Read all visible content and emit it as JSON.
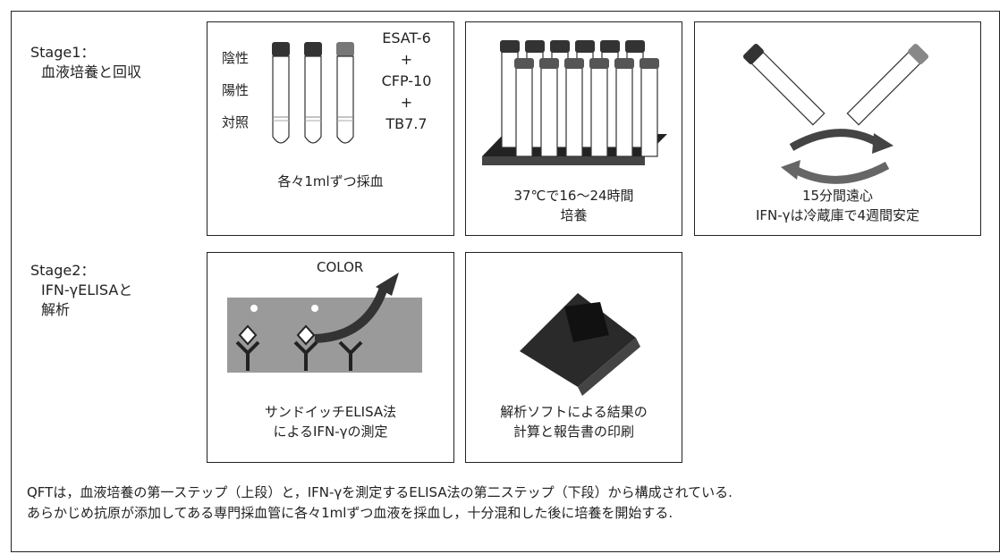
{
  "stage1": {
    "label_line1": "Stage1：",
    "label_line2": "血液培養と回収",
    "panel1": {
      "labels": [
        "陰性",
        "陽性",
        "対照"
      ],
      "antigens": [
        "ESAT-6",
        "+",
        "CFP-10",
        "+",
        "TB7.7"
      ],
      "caption": "各々1mlずつ採血"
    },
    "panel2": {
      "caption_line1": "37℃で16～24時間",
      "caption_line2": "培養"
    },
    "panel3": {
      "caption_line1": "15分間遠心",
      "caption_line2": "IFN-γは冷蔵庫で4週間安定"
    }
  },
  "stage2": {
    "label_line1": "Stage2：",
    "label_line2": "IFN-γELISAと",
    "label_line3": "解析",
    "panel4": {
      "color_label": "COLOR",
      "caption_line1": "サンドイッチELISA法",
      "caption_line2": "によるIFN-γの測定"
    },
    "panel5": {
      "caption_line1": "解析ソフトによる結果の",
      "caption_line2": "計算と報告書の印刷"
    }
  },
  "footer": {
    "line1": "QFTは，血液培養の第一ステップ（上段）と，IFN-γを測定するELISA法の第二ステップ（下段）から構成されている.",
    "line2": "あらかじめ抗原が添加してある専門採血管に各々1mlずつ血液を採血し，十分混和した後に培養を開始する."
  }
}
